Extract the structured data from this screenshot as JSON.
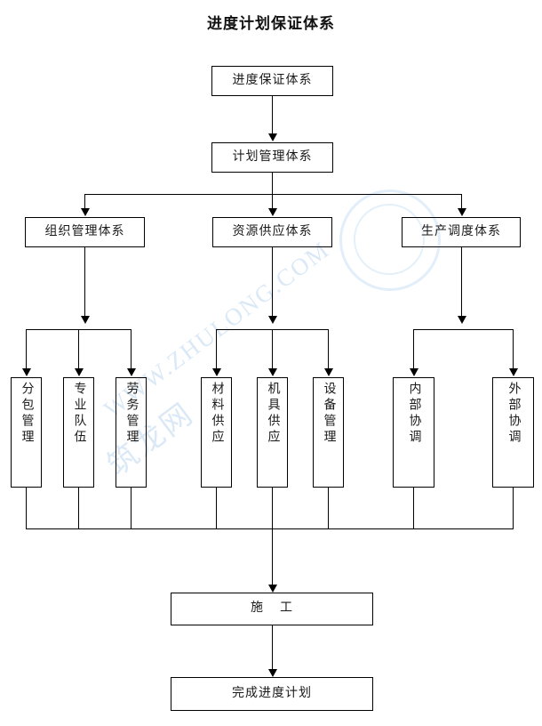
{
  "title": "进度计划保证体系",
  "watermark": {
    "url": "WWW.ZHULONG.COM",
    "site": "筑龙网"
  },
  "nodes": {
    "root": "进度保证体系",
    "plan": "计划管理体系",
    "level2": [
      "组织管理体系",
      "资源供应体系",
      "生产调度体系"
    ],
    "leaves": [
      "分包管理",
      "专业队伍",
      "劳务管理",
      "材料供应",
      "机具供应",
      "设备管理",
      "内部协调",
      "外部协调"
    ],
    "construction": "施    工",
    "result": "完成进度计划"
  },
  "chart_data": {
    "type": "diagram",
    "title": "进度计划保证体系",
    "orientation": "top-down",
    "levels": [
      {
        "level": 1,
        "nodes": [
          "进度保证体系"
        ]
      },
      {
        "level": 2,
        "nodes": [
          "计划管理体系"
        ]
      },
      {
        "level": 3,
        "nodes": [
          "组织管理体系",
          "资源供应体系",
          "生产调度体系"
        ]
      },
      {
        "level": 4,
        "nodes": [
          "分包管理",
          "专业队伍",
          "劳务管理",
          "材料供应",
          "机具供应",
          "设备管理",
          "内部协调",
          "外部协调"
        ]
      },
      {
        "level": 5,
        "nodes": [
          "施    工"
        ]
      },
      {
        "level": 6,
        "nodes": [
          "完成进度计划"
        ]
      }
    ],
    "edges": [
      {
        "from": "进度保证体系",
        "to": "计划管理体系"
      },
      {
        "from": "计划管理体系",
        "to": "组织管理体系"
      },
      {
        "from": "计划管理体系",
        "to": "资源供应体系"
      },
      {
        "from": "计划管理体系",
        "to": "生产调度体系"
      },
      {
        "from": "组织管理体系",
        "to": "分包管理"
      },
      {
        "from": "组织管理体系",
        "to": "专业队伍"
      },
      {
        "from": "组织管理体系",
        "to": "劳务管理"
      },
      {
        "from": "资源供应体系",
        "to": "材料供应"
      },
      {
        "from": "资源供应体系",
        "to": "机具供应"
      },
      {
        "from": "资源供应体系",
        "to": "设备管理"
      },
      {
        "from": "生产调度体系",
        "to": "内部协调"
      },
      {
        "from": "生产调度体系",
        "to": "外部协调"
      },
      {
        "from": "分包管理",
        "to": "施    工"
      },
      {
        "from": "专业队伍",
        "to": "施    工"
      },
      {
        "from": "劳务管理",
        "to": "施    工"
      },
      {
        "from": "材料供应",
        "to": "施    工"
      },
      {
        "from": "机具供应",
        "to": "施    工"
      },
      {
        "from": "设备管理",
        "to": "施    工"
      },
      {
        "from": "内部协调",
        "to": "施    工"
      },
      {
        "from": "外部协调",
        "to": "施    工"
      },
      {
        "from": "施    工",
        "to": "完成进度计划"
      }
    ],
    "colors": {
      "stroke": "#000000",
      "text": "#1a1a1a",
      "background": "#ffffff",
      "watermark": "#cfe2f3"
    }
  }
}
